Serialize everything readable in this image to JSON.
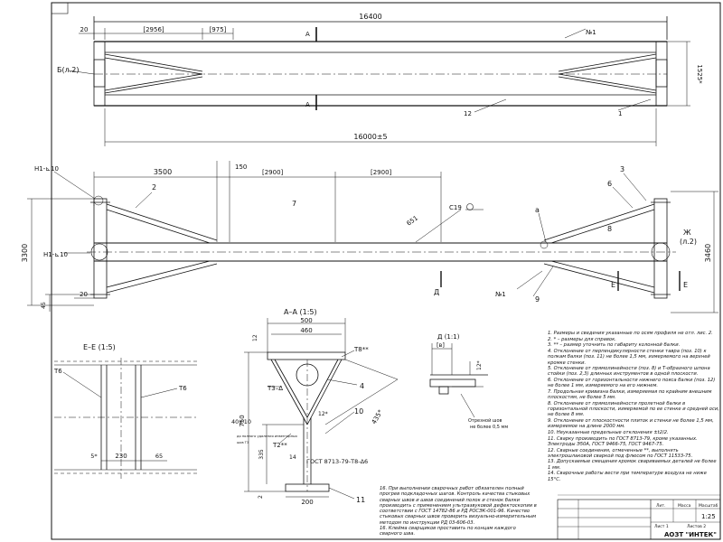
{
  "top_view": {
    "dim_total": "16400",
    "dim_left_edge": "20",
    "dim_seg1": "[2956]",
    "dim_seg2": "[975]",
    "dim_right": "1525*",
    "dim_bottom": "16000±5",
    "label_b": "Б(л.2)",
    "section_a": "A",
    "part_1": "1",
    "part_12": "12",
    "part_n1": "№1"
  },
  "main_view": {
    "weld_h1_top": "Н1-⊾10",
    "weld_h1_mid": "Н1-⊾10",
    "dim_3500": "3500",
    "dim_150": "150",
    "dim_2900a": "[2900]",
    "dim_2900b": "[2900]",
    "dim_3300": "3300",
    "dim_3460": "3460",
    "dim_45": "45",
    "dim_20": "20",
    "dim_651": "651",
    "part_2": "2",
    "part_3": "3",
    "part_6": "6",
    "part_7": "7",
    "part_8": "8",
    "part_9": "9",
    "part_a": "a",
    "weld_c19": "С19",
    "label_zh": "Ж",
    "label_zh_ref": "(л.2)",
    "label_d": "Д",
    "label_e": "Е",
    "label_n1": "№1"
  },
  "section_aa": {
    "title": "A–A (1:5)",
    "dim_500": "500",
    "dim_460": "460",
    "dim_750": "750",
    "dim_335": "335",
    "dim_200": "200",
    "dim_12": "12",
    "dim_14": "14",
    "dim_2": "2",
    "tolerance": "40±10",
    "tolerance_note": "до полного удаления инвентарных",
    "tolerance_note2": "шов Т3",
    "weld_t8": "Т8**",
    "weld_t3": "Т3–Δ",
    "weld_t2": "Т2**",
    "dim_12deg": "12*",
    "dim_435": "435*",
    "part_4": "4",
    "part_10": "10",
    "part_11": "11",
    "gost": "ГОСТ 8713-79-Т8-Δ6"
  },
  "section_ee": {
    "title": "Е–Е (1:5)",
    "weld_t6_left": "Т6",
    "weld_t6_right": "Т6",
    "dim_230": "230",
    "dim_65": "65",
    "dim_5": "5*"
  },
  "detail_d": {
    "title": "Д (1:1)",
    "dim_b": "[в]",
    "dim_12": "12*",
    "note": "Отрезной шов",
    "note2": "не более 0,5 мм"
  },
  "notes": [
    "1. Размеры и сведения указанные по осям профиля не отл. лис. 2.",
    "2. * – размеры для справок.",
    "3. ** – размер уточнить по габариту колонной балки.",
    "4. Отклонение от перпендикулярности стенки тавра (поз. 10) к полкам балки (поз. 11) не более 1,5 мм, измеряемого на верхней кромке стенки.",
    "5. Отклонение от прямолинейности (поз. 8) и Т-образного шпона стойки (поз. 2,3) длинных инструментов в одной плоскости.",
    "6. Отклонение от горизонтальности нижнего пояса балки (поз. 12) не более 1 мм, измеряемого на его нижнем.",
    "7. Продольная кривизна балки, измеряемая по крайним внешним плоскостям, не более 5 мм.",
    "8. Отклонение от прямолинейности пролетной балки в горизонтальной плоскости, измеряемой по ее стенке и средней оси, не более 8 мм.",
    "9. Отклонение от плоскостности плиток и стенки не более 1,5 мм, измеряемое на длине 2000 мм.",
    "10. Неуказанные предельные отклонения ±t2/2.",
    "11. Сварку производить по ГОСТ 8713-79, кроме указанных. Электроды Э50А, ГОСТ 9466-75, ГОСТ 9467-75.",
    "12. Сварные соединения, отмеченные **, выполнять электрошлаковой сваркой под флюсом по ГОСТ 11533-75.",
    "13. Допускаемые смещения кромок свариваемых деталей не более 1 мм.",
    "14. Сварочные работы вести при температуре воздуха не ниже 15°С."
  ],
  "note16": "16. При выполнении сварочных работ обязателен полный прогрев подкладочных шагов. Контроль качества стыковых сварных швов и швов соединений полок и стенок балки производить с применением ультразвуковой дефектоскопии в соответствии с ГОСТ 14782-86 и РД РОСЭК-001-96. Качество стыковых сварных швов проверить визуально-измерительным методом по инструкции РД 03-606-03.",
  "note16b": "16. Клейма сварщиков проставить по концам каждого сварного шва.",
  "title_block": {
    "scale": "1:25",
    "sheet": "Лист 1",
    "sheets": "Листов 2",
    "company": "АОЗТ \"ИНТЕК\"",
    "mass_label": "Масса",
    "scale_label": "Масштаб",
    "lit_label": "Лит."
  },
  "colors": {
    "line": "#111111",
    "paper": "#ffffff"
  }
}
